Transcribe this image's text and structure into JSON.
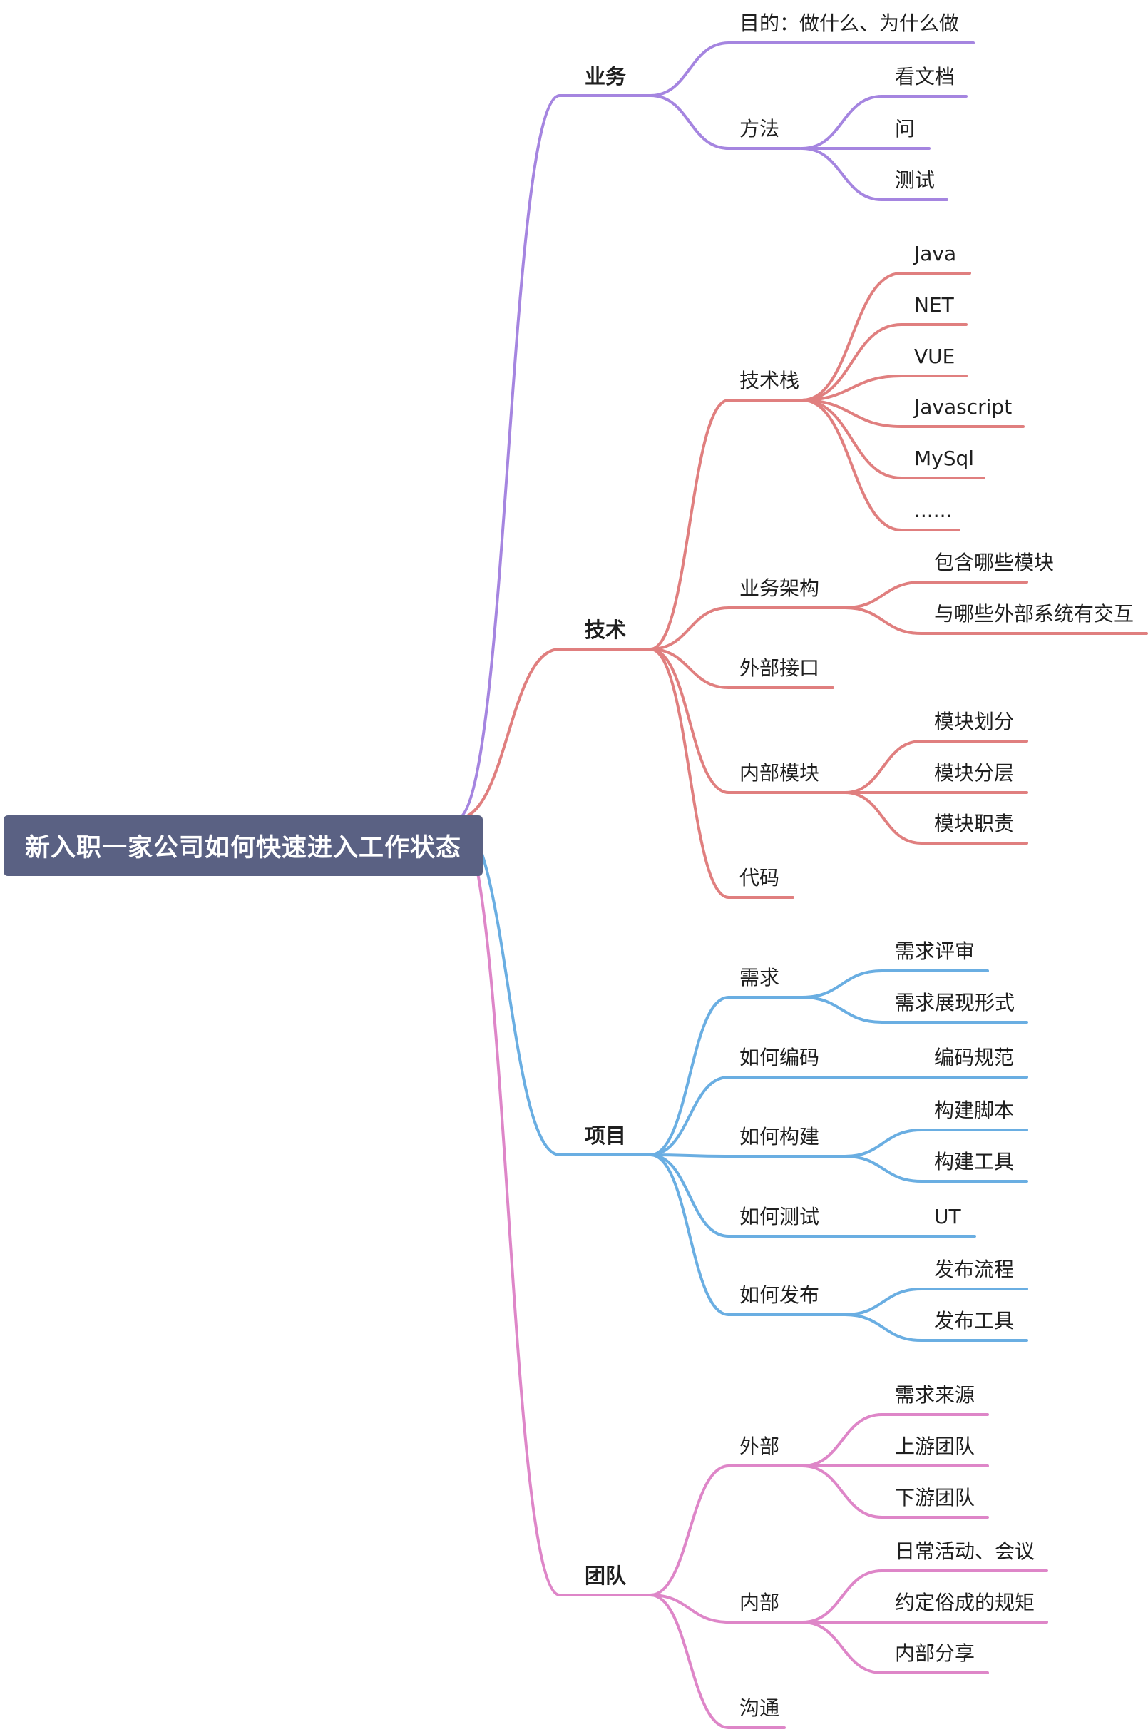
{
  "root": {
    "label": "新入职一家公司如何快速进入工作状态"
  },
  "branches": [
    {
      "label": "业务",
      "color": "#a585e0",
      "children": [
        {
          "label": "目的：做什么、为什么做",
          "children": []
        },
        {
          "label": "方法",
          "children": [
            {
              "label": "看文档"
            },
            {
              "label": "问"
            },
            {
              "label": "测试"
            }
          ]
        }
      ]
    },
    {
      "label": "技术",
      "color": "#e07f7f",
      "children": [
        {
          "label": "技术栈",
          "children": [
            {
              "label": "Java"
            },
            {
              "label": "NET"
            },
            {
              "label": "VUE"
            },
            {
              "label": "Javascript"
            },
            {
              "label": "MySql"
            },
            {
              "label": "......"
            }
          ]
        },
        {
          "label": "业务架构",
          "children": [
            {
              "label": "包含哪些模块"
            },
            {
              "label": "与哪些外部系统有交互"
            }
          ]
        },
        {
          "label": "外部接口",
          "children": []
        },
        {
          "label": "内部模块",
          "children": [
            {
              "label": "模块划分"
            },
            {
              "label": "模块分层"
            },
            {
              "label": "模块职责"
            }
          ]
        },
        {
          "label": "代码",
          "children": []
        }
      ]
    },
    {
      "label": "项目",
      "color": "#6aaee2",
      "children": [
        {
          "label": "需求",
          "children": [
            {
              "label": "需求评审"
            },
            {
              "label": "需求展现形式"
            }
          ]
        },
        {
          "label": "如何编码",
          "children": [
            {
              "label": "编码规范"
            }
          ]
        },
        {
          "label": "如何构建",
          "children": [
            {
              "label": "构建脚本"
            },
            {
              "label": "构建工具"
            }
          ]
        },
        {
          "label": "如何测试",
          "children": [
            {
              "label": "UT"
            }
          ]
        },
        {
          "label": "如何发布",
          "children": [
            {
              "label": "发布流程"
            },
            {
              "label": "发布工具"
            }
          ]
        }
      ]
    },
    {
      "label": "团队",
      "color": "#de86c8",
      "children": [
        {
          "label": "外部",
          "children": [
            {
              "label": "需求来源"
            },
            {
              "label": "上游团队"
            },
            {
              "label": "下游团队"
            }
          ]
        },
        {
          "label": "内部",
          "children": [
            {
              "label": "日常活动、会议"
            },
            {
              "label": "约定俗成的规矩"
            },
            {
              "label": "内部分享"
            }
          ]
        },
        {
          "label": "沟通",
          "children": []
        }
      ]
    }
  ]
}
